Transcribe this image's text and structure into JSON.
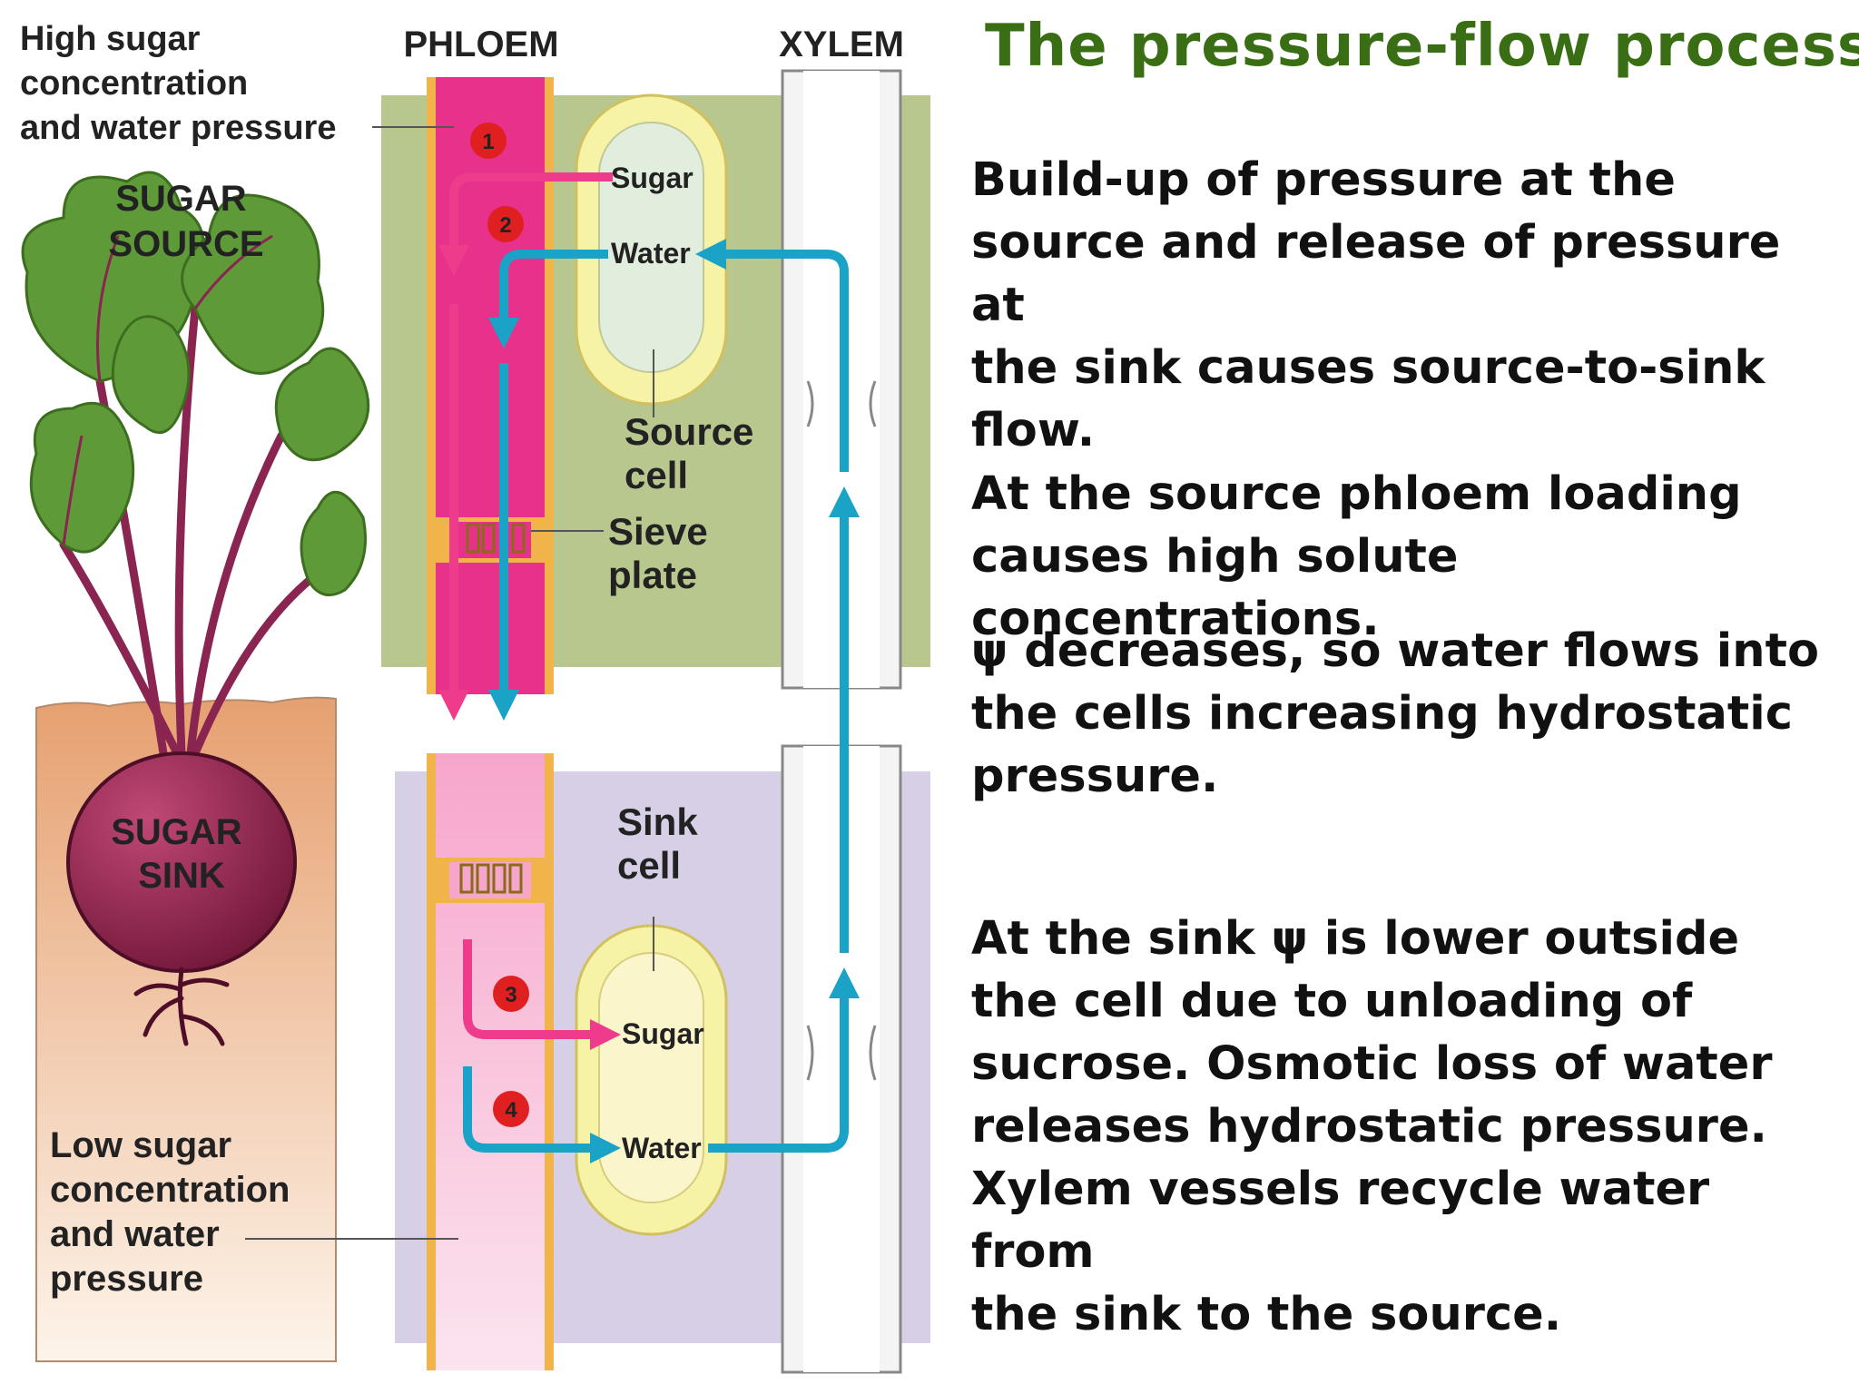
{
  "title": "The pressure-flow process",
  "paragraphs": [
    "Build-up of pressure at the\nsource and release of pressure at\nthe sink causes source-to-sink\nflow.",
    "At the source phloem loading\ncauses high solute concentrations.",
    "ψ  decreases, so water flows into\nthe cells increasing hydrostatic\npressure.",
    "At the sink ψ is lower outside\nthe cell due to unloading of\n sucrose.  Osmotic loss of water\nreleases hydrostatic pressure.\nXylem vessels recycle water from\nthe sink to the source."
  ],
  "diagram": {
    "high_sugar": [
      "High sugar",
      "concentration",
      "and water pressure"
    ],
    "sugar_source": [
      "SUGAR",
      "SOURCE"
    ],
    "sugar_sink": [
      "SUGAR",
      "SINK"
    ],
    "low_sugar": [
      "Low sugar",
      "concentration",
      "and water",
      "pressure"
    ],
    "phloem": "PHLOEM",
    "xylem": "XYLEM",
    "sugar": "Sugar",
    "water": "Water",
    "source_cell": [
      "Source",
      "cell"
    ],
    "sieve_plate": [
      "Sieve",
      "plate"
    ],
    "sink_cell": [
      "Sink",
      "cell"
    ],
    "steps": [
      "1",
      "2",
      "3",
      "4"
    ]
  },
  "colors": {
    "title": "#3a6e14",
    "phloem": "#ef3b8c",
    "water_arrow": "#1aa3c7",
    "leaf": "#5f9a38",
    "beet": "#8c1f48"
  }
}
